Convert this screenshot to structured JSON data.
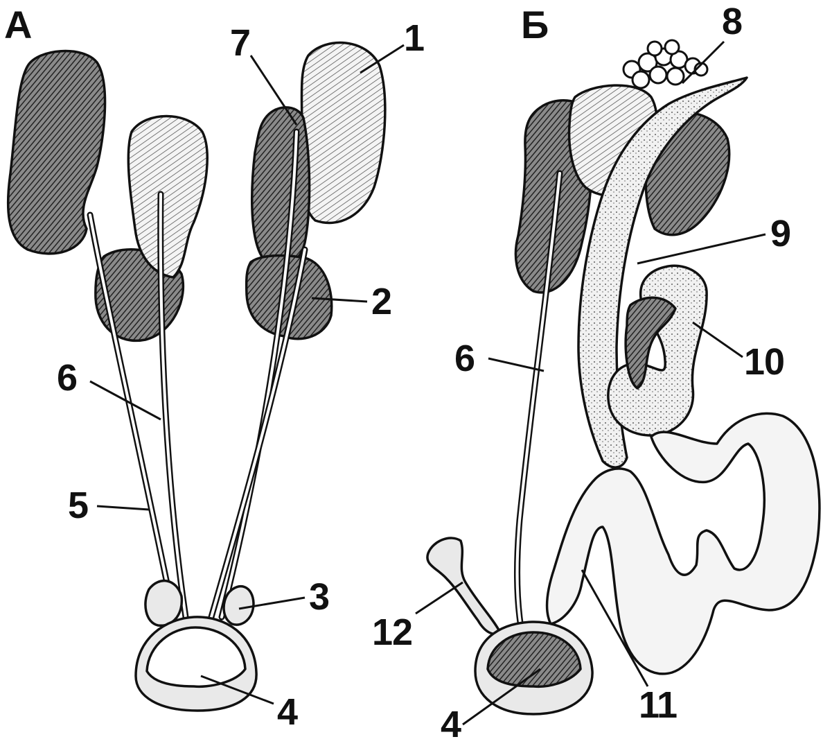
{
  "panels": {
    "a": {
      "letter": "А"
    },
    "b": {
      "letter": "Б"
    }
  },
  "labels": {
    "a": [
      "1",
      "7",
      "2",
      "6",
      "5",
      "3",
      "4"
    ],
    "b": [
      "8",
      "9",
      "6",
      "10",
      "12",
      "11",
      "4"
    ]
  },
  "colors": {
    "ink": "#111111",
    "paper": "#ffffff",
    "fill": "#e9e9e9"
  }
}
